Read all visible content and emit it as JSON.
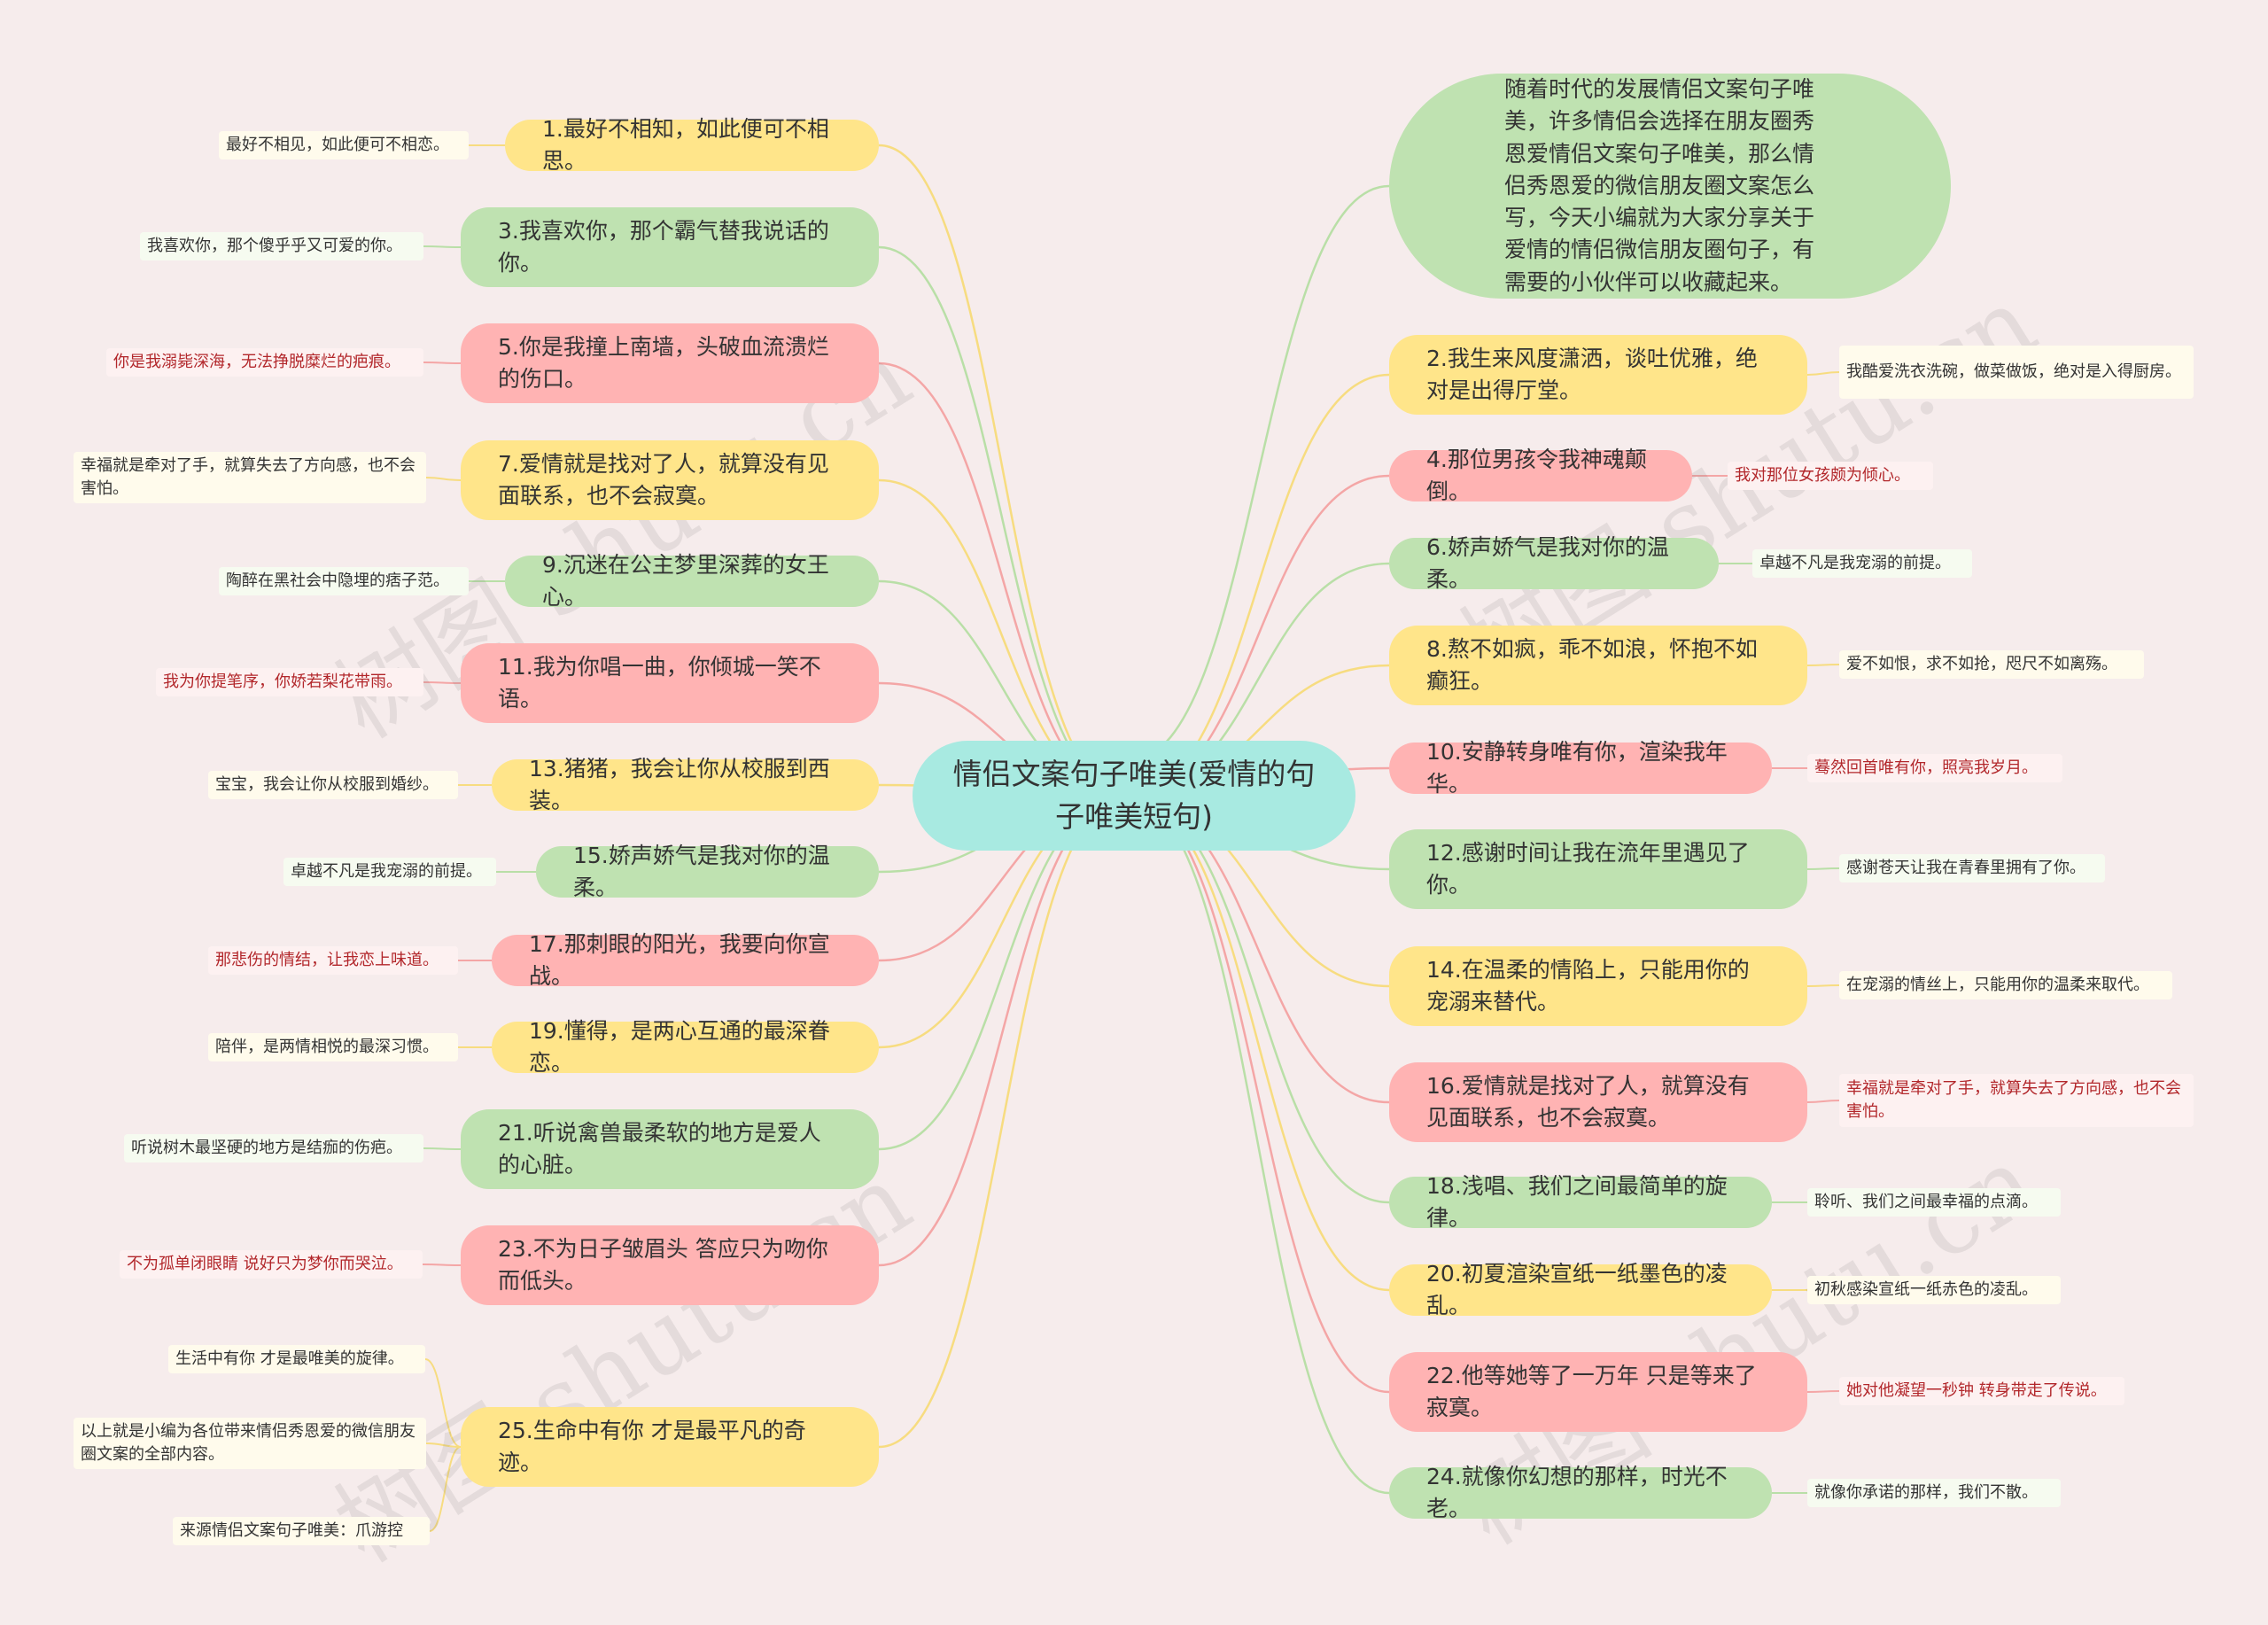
{
  "root": {
    "text": "情侣文案句子唯美(爱情的句子唯美短句)"
  },
  "intro": {
    "text": "随着时代的发展情侣文案句子唯美，许多情侣会选择在朋友圈秀恩爱情侣文案句子唯美，那么情侣秀恩爱的微信朋友圈文案怎么写，今天小编就为大家分享关于爱情的情侣微信朋友圈句子，有需要的小伙伴可以收藏起来。"
  },
  "watermark": "树图 shutu.cn",
  "colors": {
    "green": "#bfe2b1",
    "pink": "#ffb3b3",
    "yellow": "#ffe58a",
    "root": "#a8eae1",
    "background": "#f6ecec"
  },
  "left": [
    {
      "text": "1.最好不相知，如此便可不相思。",
      "color": "yellow",
      "leaves": [
        "最好不相见，如此便可不相恋。"
      ]
    },
    {
      "text": "3.我喜欢你，那个霸气替我说话的你。",
      "color": "green",
      "leaves": [
        "我喜欢你，那个傻乎乎又可爱的你。"
      ]
    },
    {
      "text": "5.你是我撞上南墙，头破血流溃烂的伤口。",
      "color": "pink",
      "leaves": [
        "你是我溺毙深海，无法挣脱糜烂的疤痕。"
      ]
    },
    {
      "text": "7.爱情就是找对了人，就算没有见面联系，也不会寂寞。",
      "color": "yellow",
      "leaves": [
        "幸福就是牵对了手，就算失去了方向感，也不会害怕。"
      ]
    },
    {
      "text": "9.沉迷在公主梦里深葬的女王心。",
      "color": "green",
      "leaves": [
        "陶醉在黑社会中隐埋的痞子范。"
      ]
    },
    {
      "text": "11.我为你唱一曲，你倾城一笑不语。",
      "color": "pink",
      "leaves": [
        "我为你提笔序，你娇若梨花带雨。"
      ]
    },
    {
      "text": "13.猪猪，我会让你从校服到西装。",
      "color": "yellow",
      "leaves": [
        "宝宝，我会让你从校服到婚纱。"
      ]
    },
    {
      "text": "15.娇声娇气是我对你的温柔。",
      "color": "green",
      "leaves": [
        "卓越不凡是我宠溺的前提。"
      ]
    },
    {
      "text": "17.那刺眼的阳光，我要向你宣战。",
      "color": "pink",
      "leaves": [
        "那悲伤的情结，让我恋上味道。"
      ]
    },
    {
      "text": "19.懂得，是两心互通的最深眷恋。",
      "color": "yellow",
      "leaves": [
        "陪伴，是两情相悦的最深习惯。"
      ]
    },
    {
      "text": "21.听说禽兽最柔软的地方是爱人的心脏。",
      "color": "green",
      "leaves": [
        "听说树木最坚硬的地方是结痂的伤疤。"
      ]
    },
    {
      "text": "23.不为日子皱眉头 答应只为吻你而低头。",
      "color": "pink",
      "leaves": [
        "不为孤单闭眼睛 说好只为梦你而哭泣。"
      ]
    },
    {
      "text": "25.生命中有你 才是最平凡的奇迹。",
      "color": "yellow",
      "leaves": [
        "生活中有你 才是最唯美的旋律。",
        "以上就是小编为各位带来情侣秀恩爱的微信朋友圈文案的全部内容。",
        "来源情侣文案句子唯美：爪游控"
      ]
    }
  ],
  "right": [
    {
      "text": "2.我生来风度潇洒，谈吐优雅，绝对是出得厅堂。",
      "color": "yellow",
      "leaves": [
        "我酷爱洗衣洗碗，做菜做饭，绝对是入得厨房。"
      ]
    },
    {
      "text": "4.那位男孩令我神魂颠倒。",
      "color": "pink",
      "leaves": [
        "我对那位女孩颇为倾心。"
      ]
    },
    {
      "text": "6.娇声娇气是我对你的温柔。",
      "color": "green",
      "leaves": [
        "卓越不凡是我宠溺的前提。"
      ]
    },
    {
      "text": "8.熬不如疯，乖不如浪，怀抱不如癫狂。",
      "color": "yellow",
      "leaves": [
        "爱不如恨，求不如抢，咫尺不如离殇。"
      ]
    },
    {
      "text": "10.安静转身唯有你，渲染我年华。",
      "color": "pink",
      "leaves": [
        "蓦然回首唯有你，照亮我岁月。"
      ]
    },
    {
      "text": "12.感谢时间让我在流年里遇见了你。",
      "color": "green",
      "leaves": [
        "感谢苍天让我在青春里拥有了你。"
      ]
    },
    {
      "text": "14.在温柔的情陷上，只能用你的宠溺来替代。",
      "color": "yellow",
      "leaves": [
        "在宠溺的情丝上，只能用你的温柔来取代。"
      ]
    },
    {
      "text": "16.爱情就是找对了人，就算没有见面联系，也不会寂寞。",
      "color": "pink",
      "leaves": [
        "幸福就是牵对了手，就算失去了方向感，也不会害怕。"
      ]
    },
    {
      "text": "18.浅唱、我们之间最简单的旋律。",
      "color": "green",
      "leaves": [
        "聆听、我们之间最幸福的点滴。"
      ]
    },
    {
      "text": "20.初夏渲染宣纸一纸墨色的凌乱。",
      "color": "yellow",
      "leaves": [
        "初秋感染宣纸一纸赤色的凌乱。"
      ]
    },
    {
      "text": "22.他等她等了一万年 只是等来了寂寞。",
      "color": "pink",
      "leaves": [
        "她对他凝望一秒钟 转身带走了传说。"
      ]
    },
    {
      "text": "24.就像你幻想的那样，时光不老。",
      "color": "green",
      "leaves": [
        "就像你承诺的那样，我们不散。"
      ]
    }
  ]
}
